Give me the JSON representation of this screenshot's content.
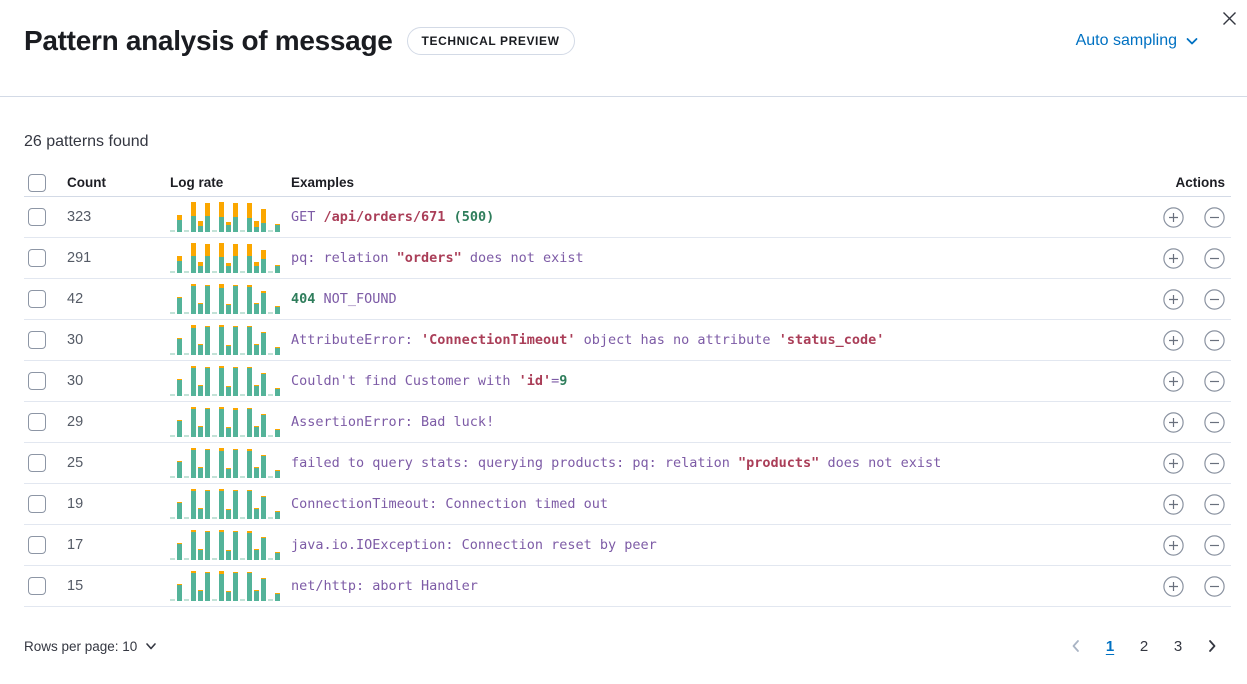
{
  "header": {
    "title": "Pattern analysis of message",
    "badge": "TECHNICAL PREVIEW",
    "sampling_label": "Auto sampling"
  },
  "summary": "26 patterns found",
  "table": {
    "columns": {
      "count": "Count",
      "log_rate": "Log rate",
      "examples": "Examples",
      "actions": "Actions"
    },
    "spark_heights": [
      0.07,
      0.55,
      0.06,
      1.0,
      0.35,
      0.95,
      0.08,
      1.0,
      0.33,
      0.97,
      0.06,
      0.95,
      0.35,
      0.78,
      0.07,
      0.28
    ],
    "rows": [
      {
        "count": "323",
        "spark_orange": [
          0,
          0.3,
          0,
          0.45,
          0.45,
          0.45,
          0,
          0.5,
          0.3,
          0.47,
          0,
          0.5,
          0.55,
          0.6,
          0,
          0.15
        ],
        "example": [
          [
            "GET ",
            "p"
          ],
          [
            "/api/orders/671",
            "r"
          ],
          [
            " (500)",
            "g"
          ]
        ]
      },
      {
        "count": "291",
        "spark_orange": [
          0,
          0.28,
          0,
          0.42,
          0.4,
          0.4,
          0,
          0.45,
          0.25,
          0.42,
          0,
          0.42,
          0.35,
          0.4,
          0,
          0.12
        ],
        "example": [
          [
            "pq: relation ",
            "p"
          ],
          [
            "\"orders\"",
            "r"
          ],
          [
            " does not exist",
            "p"
          ]
        ]
      },
      {
        "count": "42",
        "spark_orange": [
          0,
          0.08,
          0,
          0.06,
          0.1,
          0.05,
          0,
          0.12,
          0.1,
          0.05,
          0,
          0.06,
          0.1,
          0.08,
          0,
          0.1
        ],
        "example": [
          [
            "404",
            "g"
          ],
          [
            " NOT_FOUND",
            "p"
          ]
        ]
      },
      {
        "count": "30",
        "spark_orange": [
          0,
          0.08,
          0,
          0.1,
          0.08,
          0.05,
          0,
          0.06,
          0.08,
          0.05,
          0,
          0.05,
          0.08,
          0.06,
          0,
          0.08
        ],
        "example": [
          [
            "AttributeError: ",
            "p"
          ],
          [
            "'ConnectionTimeout'",
            "r"
          ],
          [
            " object has no attribute ",
            "p"
          ],
          [
            "'status_code'",
            "r"
          ]
        ]
      },
      {
        "count": "30",
        "spark_orange": [
          0,
          0.06,
          0,
          0.05,
          0.08,
          0.04,
          0,
          0.08,
          0.08,
          0.04,
          0,
          0.05,
          0.08,
          0.06,
          0,
          0.06
        ],
        "example": [
          [
            "Couldn't find Customer with ",
            "p"
          ],
          [
            "'id'",
            "r"
          ],
          [
            "=",
            "p"
          ],
          [
            "9",
            "g"
          ]
        ]
      },
      {
        "count": "29",
        "spark_orange": [
          0,
          0.08,
          0,
          0.08,
          0.1,
          0.05,
          0,
          0.06,
          0.1,
          0.08,
          0,
          0.05,
          0.08,
          0.06,
          0,
          0.1
        ],
        "example": [
          [
            "AssertionError: Bad luck!",
            "p"
          ]
        ]
      },
      {
        "count": "25",
        "spark_orange": [
          0,
          0.06,
          0,
          0.06,
          0.08,
          0.05,
          0,
          0.1,
          0.08,
          0.05,
          0,
          0.06,
          0.08,
          0.06,
          0,
          0.08
        ],
        "example": [
          [
            "failed to query stats: querying products: pq: relation ",
            "p"
          ],
          [
            "\"products\"",
            "r"
          ],
          [
            " does not exist",
            "p"
          ]
        ]
      },
      {
        "count": "19",
        "spark_orange": [
          0,
          0.05,
          0,
          0.06,
          0.08,
          0.04,
          0,
          0.08,
          0.08,
          0.04,
          0,
          0.05,
          0.06,
          0.06,
          0,
          0.06
        ],
        "example": [
          [
            "ConnectionTimeout: Connection timed out",
            "p"
          ]
        ]
      },
      {
        "count": "17",
        "spark_orange": [
          0,
          0.08,
          0,
          0.08,
          0.08,
          0.05,
          0,
          0.06,
          0.1,
          0.05,
          0,
          0.06,
          0.08,
          0.06,
          0,
          0.08
        ],
        "example": [
          [
            "java.io.IOException: Connection reset by peer",
            "p"
          ]
        ]
      },
      {
        "count": "15",
        "spark_orange": [
          0,
          0.06,
          0,
          0.08,
          0.08,
          0.04,
          0,
          0.1,
          0.08,
          0.04,
          0,
          0.05,
          0.06,
          0.06,
          0,
          0.08
        ],
        "example": [
          [
            "net/http: abort Handler",
            "p"
          ]
        ]
      }
    ]
  },
  "footer": {
    "rows_per_page_label": "Rows per page: 10",
    "pages": [
      {
        "label": "1",
        "active": true
      },
      {
        "label": "2",
        "active": false
      },
      {
        "label": "3",
        "active": false
      }
    ]
  },
  "icons": {
    "close": "close-icon",
    "chevron_down": "chevron-down-icon",
    "plus": "plus-circle-icon",
    "minus": "minus-circle-icon",
    "chevron_left": "chevron-left-icon",
    "chevron_right": "chevron-right-icon"
  },
  "colors": {
    "accent_blue": "#0071c2",
    "title_text": "#1a1c21",
    "body_text": "#343741",
    "subdued_text": "#555b66",
    "border": "#d3dae6",
    "row_border": "#e2e7f0",
    "spark_teal": "#54b399",
    "spark_teal_light": "#c2e2d7",
    "spark_orange": "#fba700",
    "code_purple": "#7d5ba6",
    "code_red": "#aa3e58",
    "code_green": "#2e7d5b",
    "icon_gray": "#8b93a1",
    "disabled_gray": "#a9b4c4"
  }
}
